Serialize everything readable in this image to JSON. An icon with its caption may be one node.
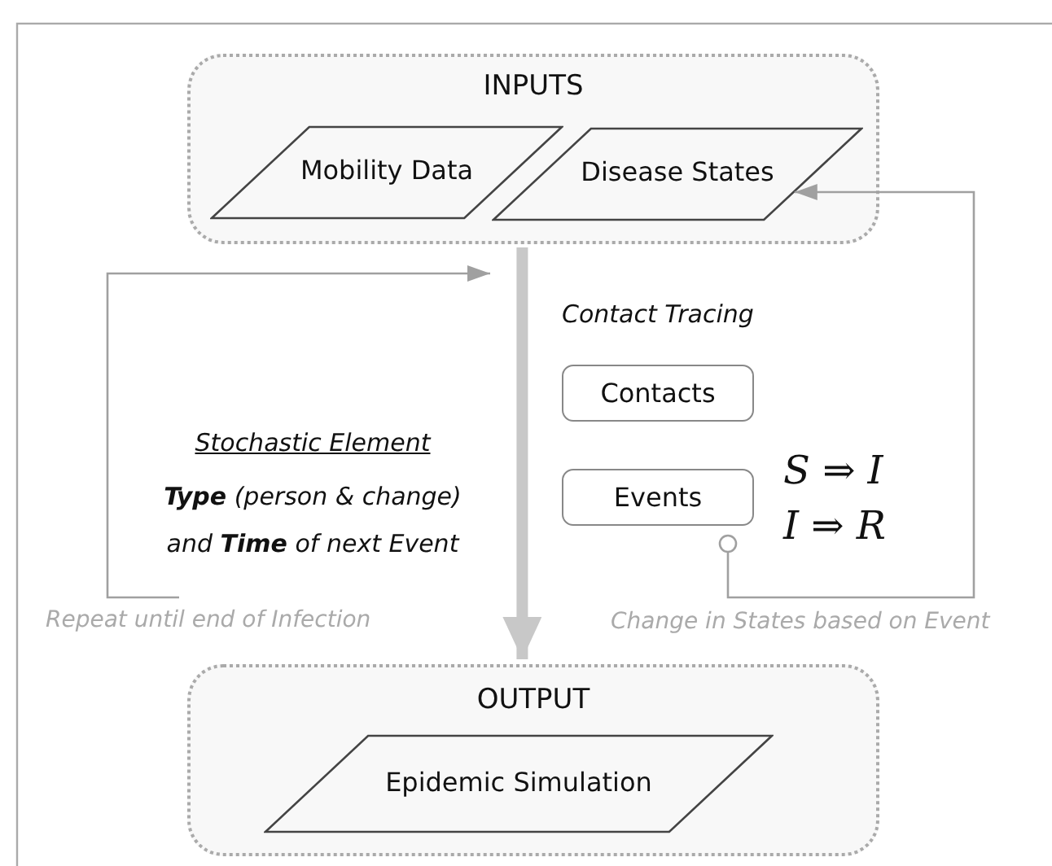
{
  "diagram": {
    "nodes": [
      {
        "text": [
          "INPUTS"
        ]
      },
      {
        "text": [
          "Mobility Data"
        ],
        "in": 0
      },
      {
        "text": [
          "Disease States"
        ],
        "in": 0
      },
      {
        "text": [
          "Contacts"
        ]
      },
      {
        "text": [
          "Events"
        ]
      },
      {
        "text": [
          "OUTPUT"
        ]
      },
      {
        "text": [
          "Epidemic Simulation"
        ],
        "in": 5
      },
      {
        "text": [
          "Repeat until end of Infection"
        ]
      }
    ],
    "edges": [
      {
        "from": 0,
        "to": 5,
        "arrow": "to",
        "style": "thick",
        "color": "#c8c8c8"
      },
      {
        "from": 7,
        "to": 0,
        "arrow": "to"
      },
      {
        "from": 4,
        "to": 2,
        "arrow": "to"
      }
    ],
    "labels": [
      "Contact Tracing",
      "Stochastic Element",
      "**Type** (person & change) and **Time** of next Event",
      "S ⇒ I",
      "I ⇒ R",
      "Change in States based on Event"
    ]
  }
}
